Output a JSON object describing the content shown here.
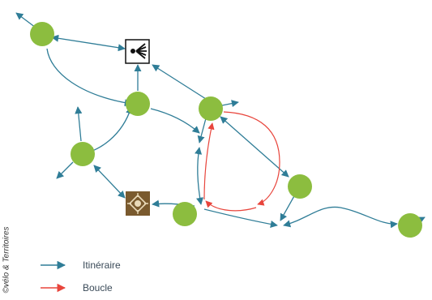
{
  "colors": {
    "itinerary": "#2f7d97",
    "loop": "#e8453c",
    "node": "#8cbd3f",
    "service_icon_bg": "#7a5a2e"
  },
  "icons": {
    "info_point": "information-point-icon",
    "service_point": "service-point-icon"
  },
  "legend": {
    "itineraire": "Itinéraire",
    "boucle": "Boucle"
  },
  "credit": "©vélo & Territoires"
}
